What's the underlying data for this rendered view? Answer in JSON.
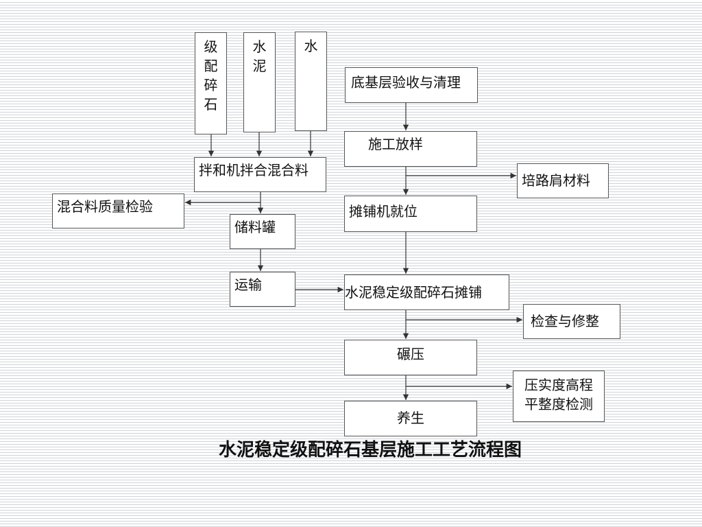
{
  "nodes": {
    "graded_gravel": [
      "级",
      "配",
      "碎",
      "石"
    ],
    "cement": [
      "水",
      "泥"
    ],
    "water": [
      "水"
    ],
    "mixer": "拌和机拌合混合料",
    "quality_check": "混合料质量检验",
    "storage_tank": "储料罐",
    "transport": "运输",
    "base_acceptance": "底基层验收与清理",
    "layout": "施工放样",
    "shoulder_material": "培路肩材料",
    "paver_position": "摊铺机就位",
    "paving": "水泥稳定级配碎石摊铺",
    "inspect_repair": "检查与修整",
    "rolling": "碾压",
    "compaction_check": [
      "压实度高程",
      "平整度检测"
    ],
    "curing": "养生"
  },
  "caption": "水泥稳定级配碎石基层施工工艺流程图"
}
